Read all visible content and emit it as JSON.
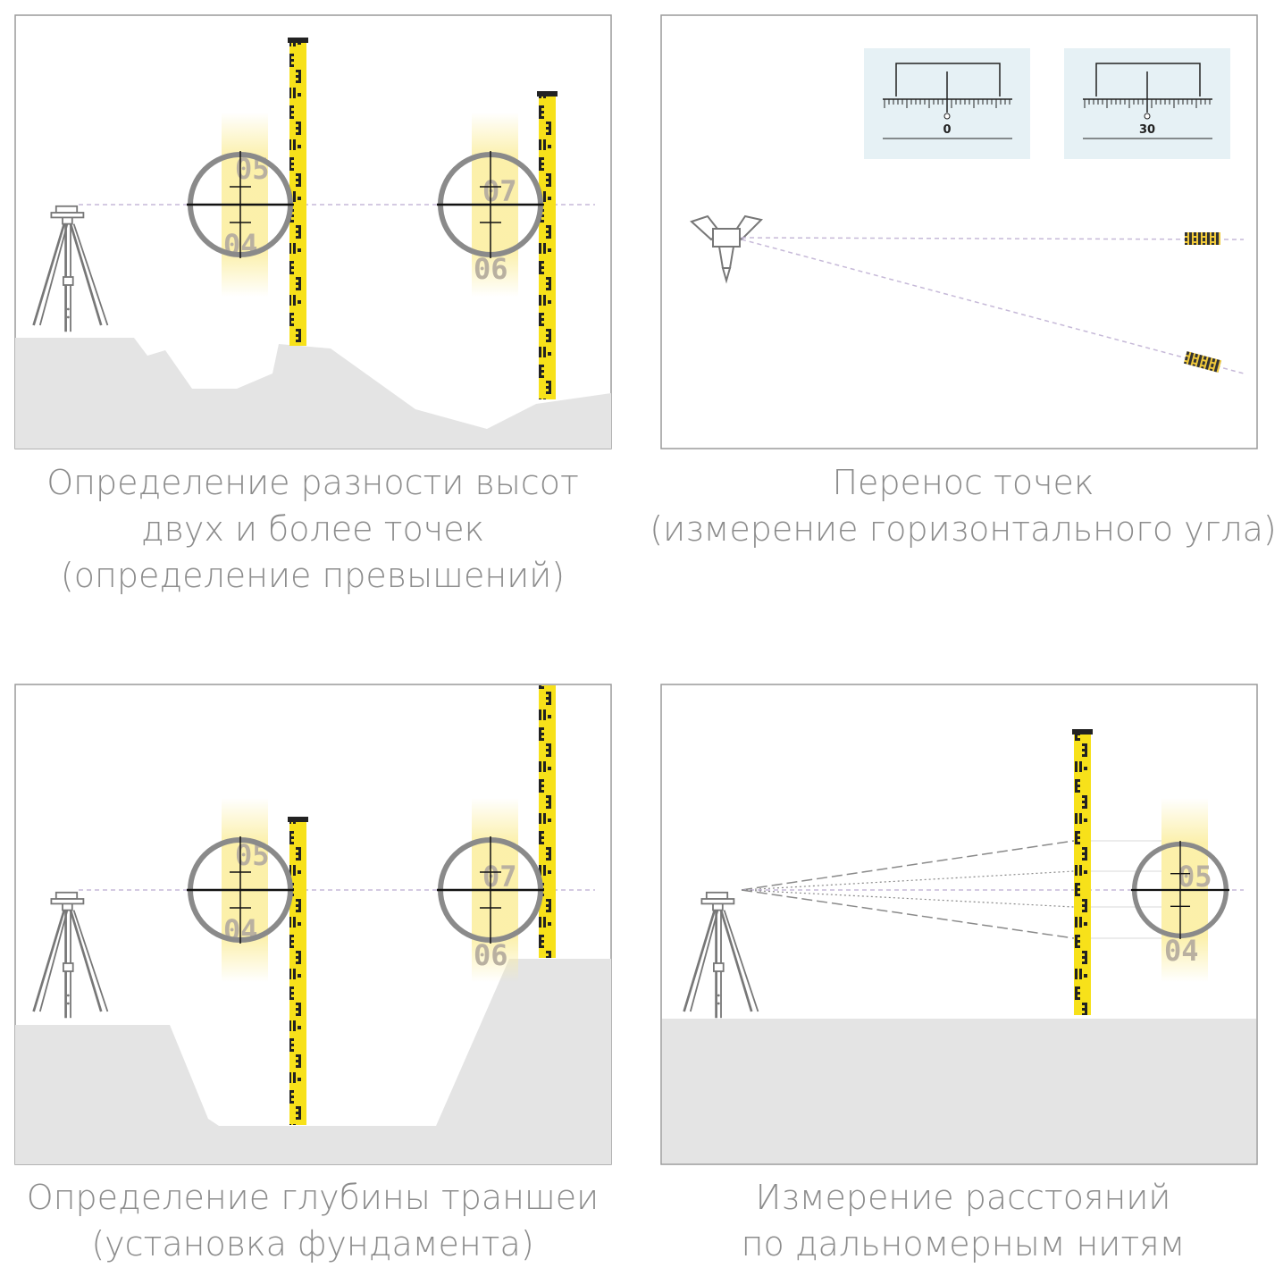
{
  "panels": [
    {
      "id": "height-difference",
      "caption": [
        "Определение разности высот",
        "двух и более точек",
        "(определение превышений)"
      ],
      "scope_labels": [
        "05",
        "04",
        "07",
        "06"
      ]
    },
    {
      "id": "horizontal-angle",
      "caption": [
        "Перенос точек",
        "(измерение горизонтального угла)"
      ],
      "scale_labels": [
        "0",
        "30"
      ]
    },
    {
      "id": "trench-depth",
      "caption": [
        "Определение глубины траншеи",
        "(установка фундамента)"
      ],
      "scope_labels": [
        "05",
        "04",
        "07",
        "06"
      ]
    },
    {
      "id": "stadia-distance",
      "caption": [
        "Измерение расстояний",
        "по дальномерным нитям"
      ],
      "scope_labels": [
        "05",
        "04"
      ]
    }
  ],
  "colors": {
    "rod_yellow": "#f7e11a",
    "ground_gray": "#e4e4e4",
    "reticle_gray": "#8a8a8a",
    "glow_yellow": "#fbeea0",
    "scale_bg": "#e6f1f5",
    "caption_gray": "#8c8c8c"
  },
  "icons": [
    "tripod-level-icon",
    "theodolite-icon",
    "leveling-rod-icon",
    "reticle-icon"
  ]
}
